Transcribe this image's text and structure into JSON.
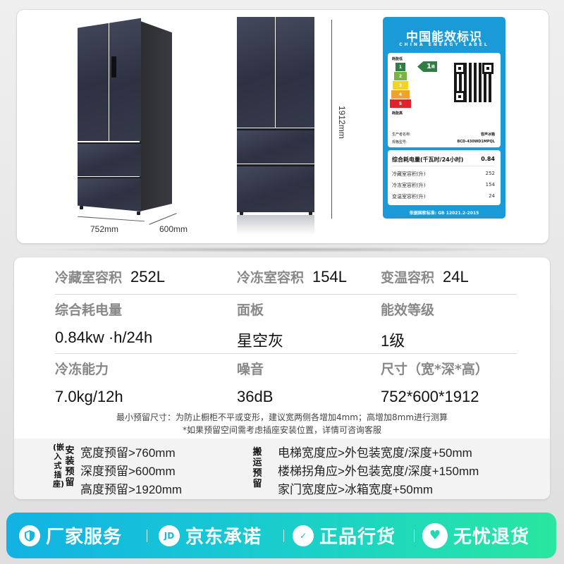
{
  "product_images": {
    "width_label": "752mm",
    "depth_label": "600mm",
    "height_label": "1912mm"
  },
  "energy_label": {
    "title": "中国能效标识",
    "subtitle": "CHINA ENERGY LABEL",
    "low_consumption": "耗能低",
    "high_consumption": "耗能高",
    "grades": [
      "1",
      "2",
      "3",
      "4",
      "5"
    ],
    "grade_colors": [
      "#2f7f45",
      "#7bb342",
      "#f2d422",
      "#f0a22e",
      "#e4202a"
    ],
    "current_grade": "1",
    "current_grade_suffix": "级",
    "manufacturer_label": "生产者名称:",
    "manufacturer_value": "容声冰箱",
    "model_label": "规格型号:",
    "model_value": "BCD-430WD1MPQL",
    "rows": [
      {
        "label": "综合耗电量(千瓦时/24小时)",
        "value": "0.84"
      },
      {
        "label": "冷藏室容积(升)",
        "value": "252"
      },
      {
        "label": "冷冻室容积(升)",
        "value": "154"
      },
      {
        "label": "变温室容积(升)",
        "value": "24"
      }
    ],
    "standard": "依据国家标准: GB 12021.2-2015",
    "accent_color": "#1a9ad6"
  },
  "specs": {
    "row1": [
      {
        "label": "冷藏室容积",
        "value": "252L"
      },
      {
        "label": "冷冻室容积",
        "value": "154L"
      },
      {
        "label": "变温容积",
        "value": "24L"
      }
    ],
    "row2": [
      {
        "label": "综合耗电量",
        "value": "0.84kw ·h/24h"
      },
      {
        "label": "面板",
        "value": "星空灰"
      },
      {
        "label": "能效等级",
        "value": "1级"
      }
    ],
    "row3": [
      {
        "label": "冷冻能力",
        "value": "7.0kg/12h"
      },
      {
        "label": "噪音",
        "value": "36dB"
      },
      {
        "label": "尺寸（宽*深*高）",
        "value": "752*600*1912"
      }
    ],
    "note1": "最小预留尺寸：为防止橱柜不平或变形，建议宽两侧各增加4mm；高增加8mm进行测算",
    "note2": "*如果预留空间需考虑插座安装位置，详情可咨询客服"
  },
  "reserve": {
    "install_title_side": "(嵌入式插座)",
    "install_title": "安装预留",
    "install_lines": [
      "宽度预留>760mm",
      "深度预留>600mm",
      "高度预留>1920mm"
    ],
    "transport_title": "搬运预留",
    "transport_lines": [
      "电梯宽度应>外包装宽度/深度+50mm",
      "楼梯拐角应>外包装宽度/深度+150mm",
      "家门宽度应>冰箱宽度+50mm"
    ]
  },
  "banner": {
    "items": [
      {
        "icon": "shield-icon",
        "glyph": "",
        "label": "厂家服务"
      },
      {
        "icon": "jd-icon",
        "glyph": "JD",
        "label": "京东承诺"
      },
      {
        "icon": "check-shield-icon",
        "glyph": "✓",
        "label": "正品行货"
      },
      {
        "icon": "heart-icon",
        "glyph": "♥",
        "label": "无忧退货"
      }
    ],
    "gradient_start": "#12b2e3",
    "gradient_end": "#29e6a0"
  }
}
